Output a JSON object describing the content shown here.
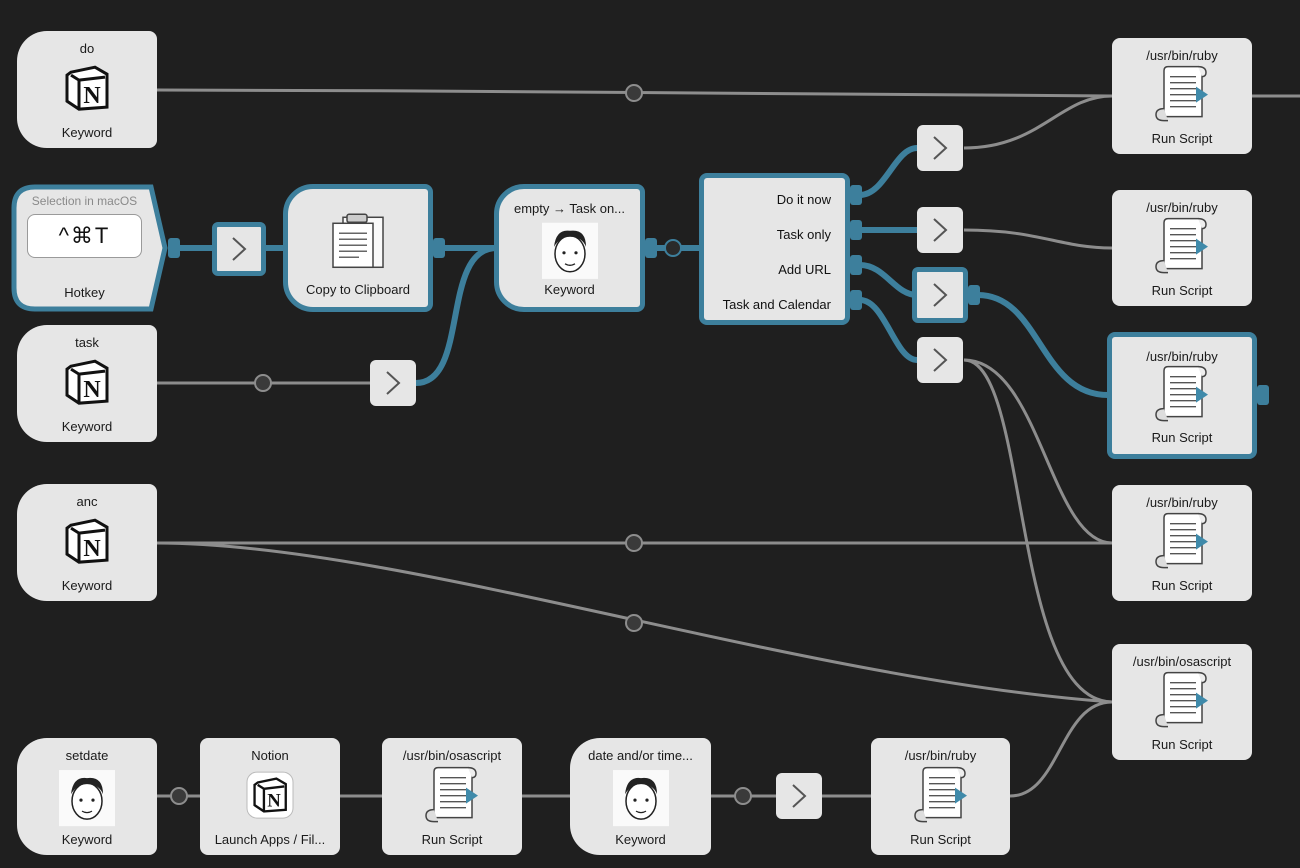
{
  "nodes": {
    "kw_do": {
      "title": "do",
      "subtitle": "Keyword"
    },
    "hotkey": {
      "caption": "Selection in macOS",
      "keys": "^⌘T",
      "subtitle": "Hotkey"
    },
    "clipboard": {
      "subtitle": "Copy to Clipboard"
    },
    "kw_empty": {
      "title": "empty → Task on...",
      "subtitle": "Keyword"
    },
    "conditional": {
      "labels": [
        "Do it now",
        "Task only",
        "Add URL",
        "Task and Calendar"
      ]
    },
    "kw_task": {
      "title": "task",
      "subtitle": "Keyword"
    },
    "kw_anc": {
      "title": "anc",
      "subtitle": "Keyword"
    },
    "kw_setdate": {
      "title": "setdate",
      "subtitle": "Keyword"
    },
    "launch_notion": {
      "title": "Notion",
      "subtitle": "Launch Apps / Fil..."
    },
    "script_osa_bottom": {
      "title": "/usr/bin/osascript",
      "subtitle": "Run Script"
    },
    "kw_date": {
      "title": "date and/or time...",
      "subtitle": "Keyword"
    },
    "script_ruby_bottom": {
      "title": "/usr/bin/ruby",
      "subtitle": "Run Script"
    },
    "script_ruby_1": {
      "title": "/usr/bin/ruby",
      "subtitle": "Run Script"
    },
    "script_ruby_2": {
      "title": "/usr/bin/ruby",
      "subtitle": "Run Script"
    },
    "script_ruby_3": {
      "title": "/usr/bin/ruby",
      "subtitle": "Run Script"
    },
    "script_ruby_4": {
      "title": "/usr/bin/ruby",
      "subtitle": "Run Script"
    },
    "script_osa_right": {
      "title": "/usr/bin/osascript",
      "subtitle": "Run Script"
    }
  },
  "icons": {
    "notion": "notion-logo-icon",
    "script": "script-document-icon",
    "clipboard": "clipboard-icon",
    "face": "user-avatar-icon",
    "arrow": "chevron-right-icon"
  },
  "colors": {
    "background": "#1f1f1f",
    "node": "#e6e6e6",
    "wire": "#8d8d8d",
    "selected": "#3d7f9c",
    "script_play": "#3f8aaa"
  }
}
